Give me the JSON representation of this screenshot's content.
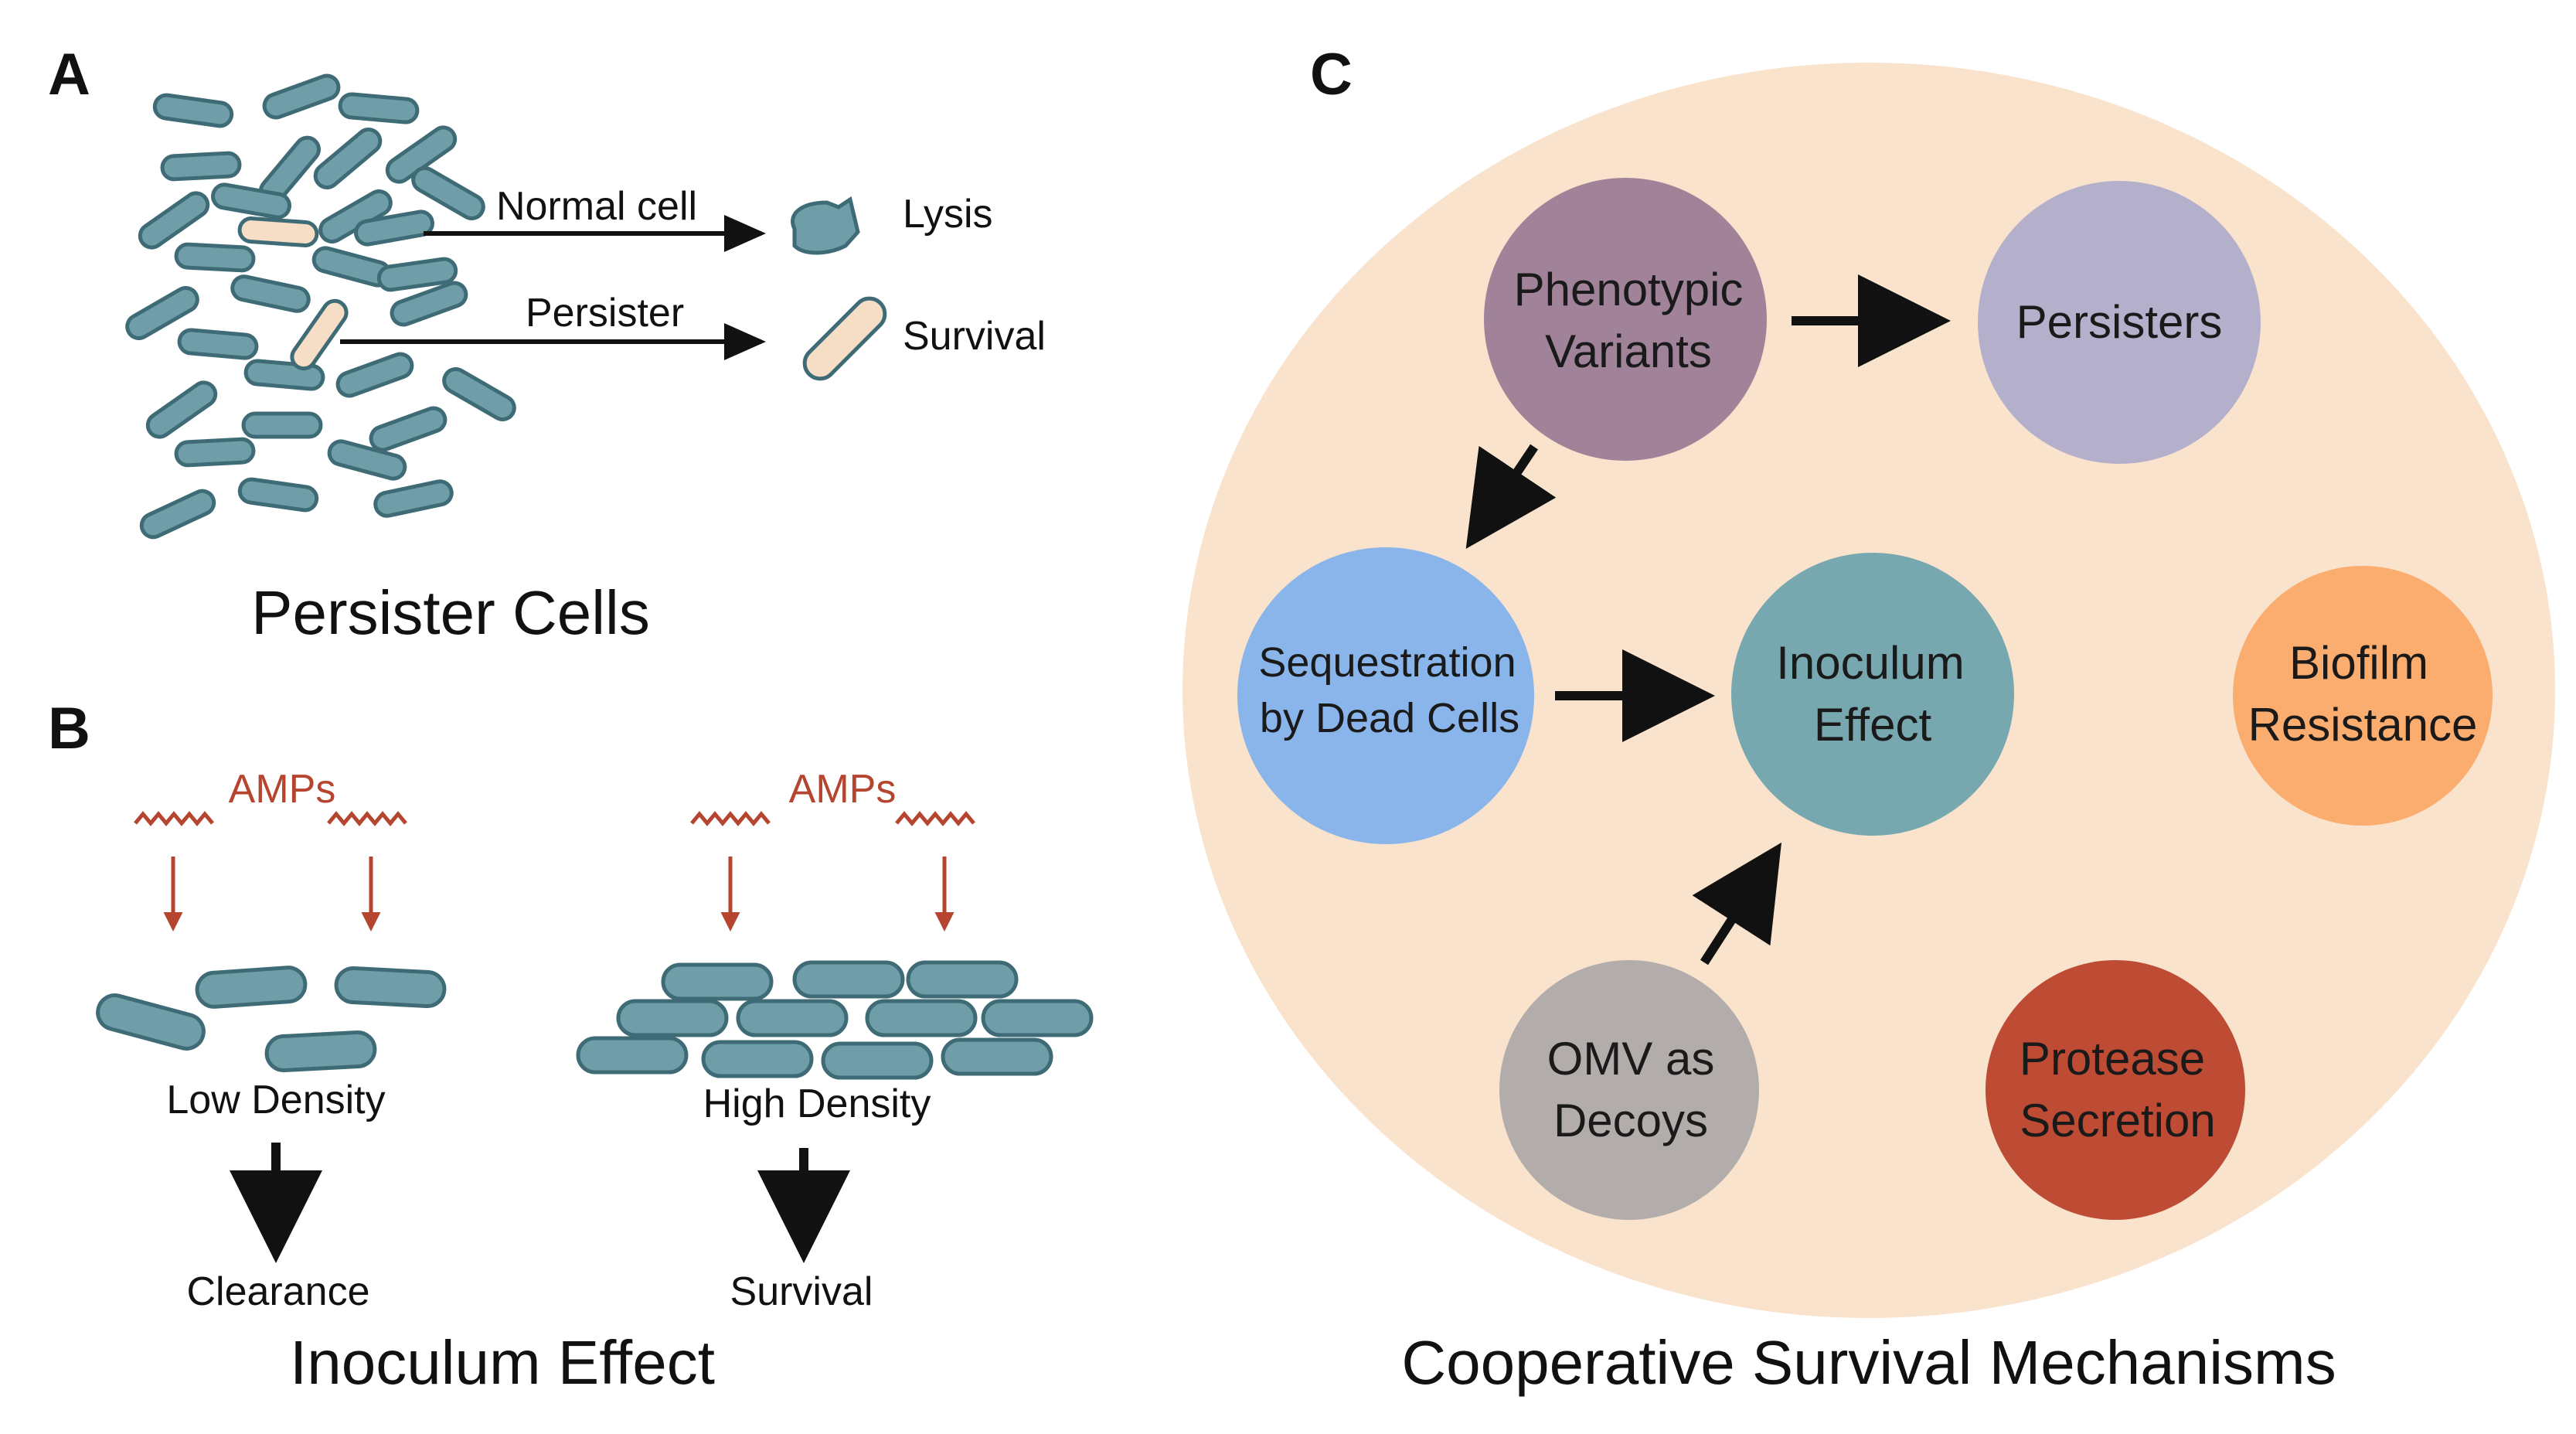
{
  "panel_a": {
    "letter": "A",
    "normal_label": "Normal cell",
    "lysis_label": "Lysis",
    "persister_label": "Persister",
    "survival_label": "Survival",
    "title": "Persister Cells"
  },
  "panel_b": {
    "letter": "B",
    "amps_left": "AMPs",
    "amps_right": "AMPs",
    "low_density": "Low Density",
    "high_density": "High Density",
    "clearance": "Clearance",
    "survival": "Survival",
    "title": "Inoculum Effect"
  },
  "panel_c": {
    "letter": "C",
    "title": "Cooperative Survival Mechanisms",
    "phenotypic_line1": "Phenotypic",
    "phenotypic_line2": "Variants",
    "persisters": "Persisters",
    "sequestration_line1": "Sequestration",
    "sequestration_line2": "by Dead Cells",
    "inoculum_line1": "Inoculum",
    "inoculum_line2": "Effect",
    "biofilm_line1": "Biofilm",
    "biofilm_line2": "Resistance",
    "omv_line1": "OMV as",
    "omv_line2": "Decoys",
    "protease_line1": "Protease",
    "protease_line2": "Secretion"
  },
  "colors": {
    "cell_fill": "#6F9EA8",
    "cell_stroke": "#3E6B75",
    "persister_fill": "#F6DEC6",
    "amp_red": "#B5452F",
    "background_circle": "#FAE3CC",
    "phenotypic": "#A08399",
    "persisters": "#B4B0CC",
    "sequestration": "#89B5EA",
    "inoculum": "#78A8AF",
    "biofilm": "#FBAC6F",
    "omv": "#B2ADAA",
    "protease": "#BE4B33"
  }
}
